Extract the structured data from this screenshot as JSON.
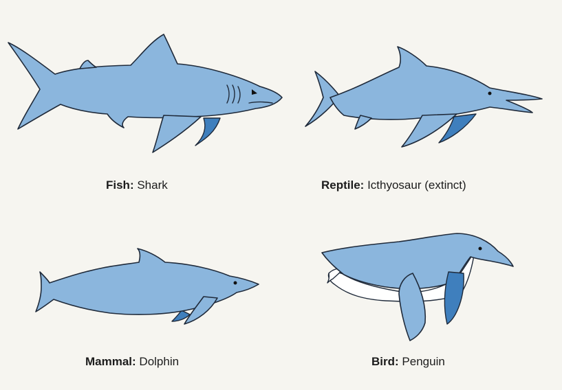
{
  "colors": {
    "body": "#8bb6dd",
    "fin_dark": "#3f7fbd",
    "outline": "#1f2a3a",
    "background": "#f6f5f0"
  },
  "panels": [
    {
      "id": "shark",
      "category": "Fish:",
      "animal": "Shark",
      "icon": "shark-illustration"
    },
    {
      "id": "icthyosaur",
      "category": "Reptile:",
      "animal": "Icthyosaur (extinct)",
      "icon": "icthyosaur-illustration"
    },
    {
      "id": "dolphin",
      "category": "Mammal:",
      "animal": "Dolphin",
      "icon": "dolphin-illustration"
    },
    {
      "id": "penguin",
      "category": "Bird:",
      "animal": "Penguin",
      "icon": "penguin-illustration"
    }
  ]
}
